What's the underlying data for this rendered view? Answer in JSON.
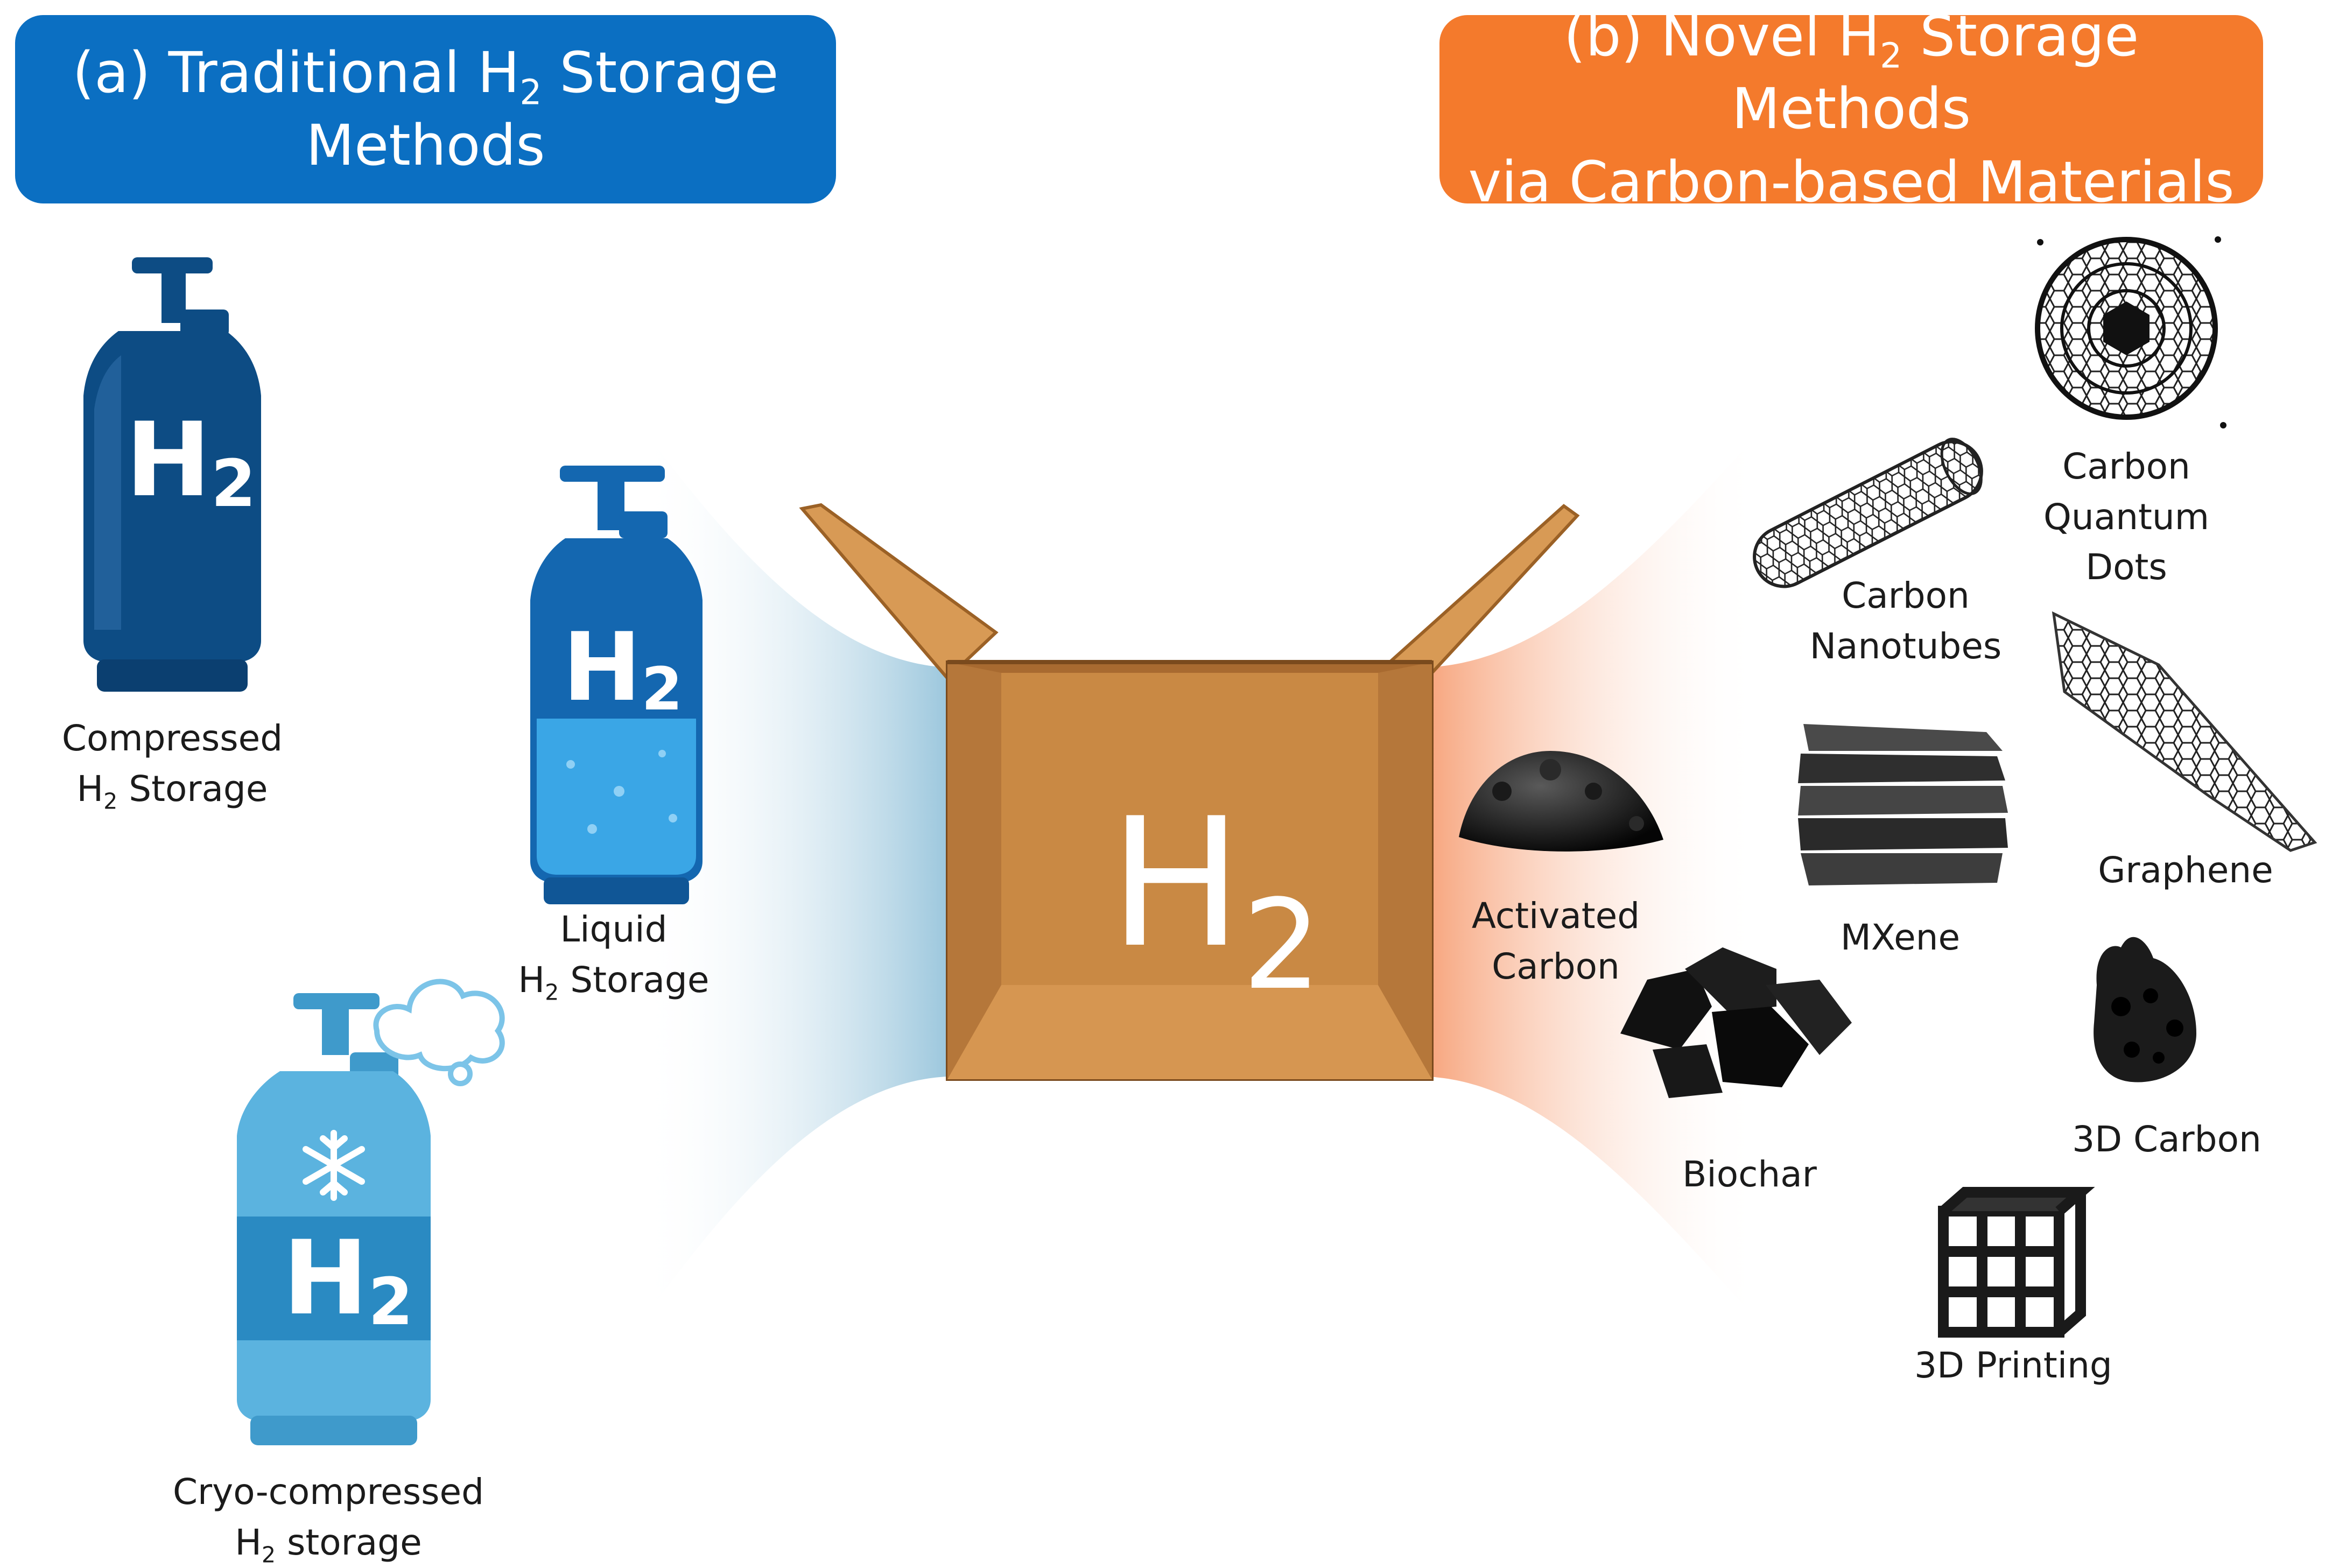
{
  "left_header": {
    "line1_pre": "(a) Traditional H",
    "line1_sub": "2",
    "line1_post": " Storage",
    "line2": "Methods"
  },
  "right_header": {
    "line1_pre": "(b) Novel H",
    "line1_sub": "2",
    "line1_post": " Storage Methods",
    "line2": "via Carbon-based Materials"
  },
  "box": {
    "formula": "H",
    "subscript": "2"
  },
  "cylinders": {
    "compressed": {
      "mark": "H",
      "mark_sub": "2",
      "line1": "Compressed",
      "line2_pre": "H",
      "line2_sub": "2",
      "line2_post": " Storage"
    },
    "liquid": {
      "mark": "H",
      "mark_sub": "2",
      "line1": "Liquid",
      "line2_pre": "H",
      "line2_sub": "2",
      "line2_post": " Storage"
    },
    "cryo": {
      "mark": "H",
      "mark_sub": "2",
      "line1": "Cryo-compressed",
      "line2_pre": "H",
      "line2_sub": "2",
      "line2_post": " storage"
    }
  },
  "materials": {
    "cqd": {
      "line1": "Carbon",
      "line2": "Quantum",
      "line3": "Dots"
    },
    "cnt": {
      "line1": "Carbon",
      "line2": "Nanotubes"
    },
    "graphene": {
      "line1": "Graphene"
    },
    "mxene": {
      "line1": "MXene"
    },
    "activated": {
      "line1": "Activated",
      "line2": "Carbon"
    },
    "biochar": {
      "line1": "Biochar"
    },
    "carbon3d": {
      "line1": "3D Carbon"
    },
    "printing3d": {
      "line1": "3D Printing"
    }
  },
  "colors": {
    "left_banner": "#0b6fc2",
    "right_banner": "#f47a2c",
    "compressed_tank": "#0d4c84",
    "liquid_tank": "#1467b0",
    "liquid_fill": "#3aa6e6",
    "cryo_tank": "#5bb3df",
    "cryo_band": "#2a8ac2",
    "box": "#c8853f"
  }
}
